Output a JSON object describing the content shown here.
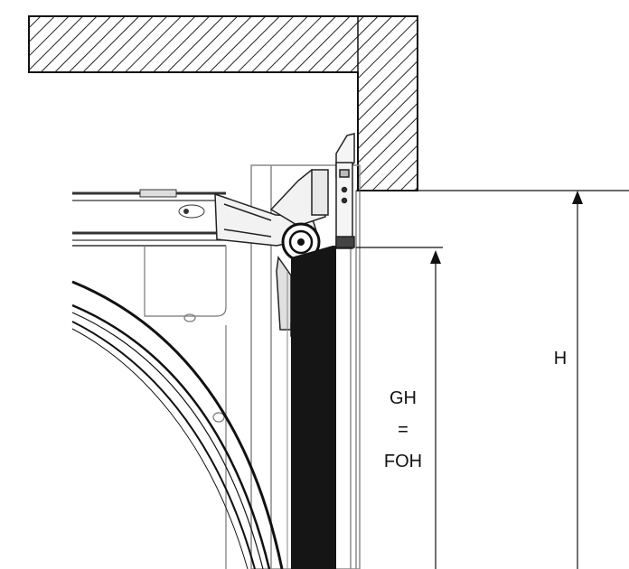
{
  "labels": {
    "h": "H",
    "gh": "GH",
    "equals": "=",
    "foh": "FOH"
  },
  "colors": {
    "stroke": "#111111",
    "hatch": "#222222",
    "panel": "#151515",
    "frame": "#8a8a8a",
    "background": "#ffffff"
  }
}
